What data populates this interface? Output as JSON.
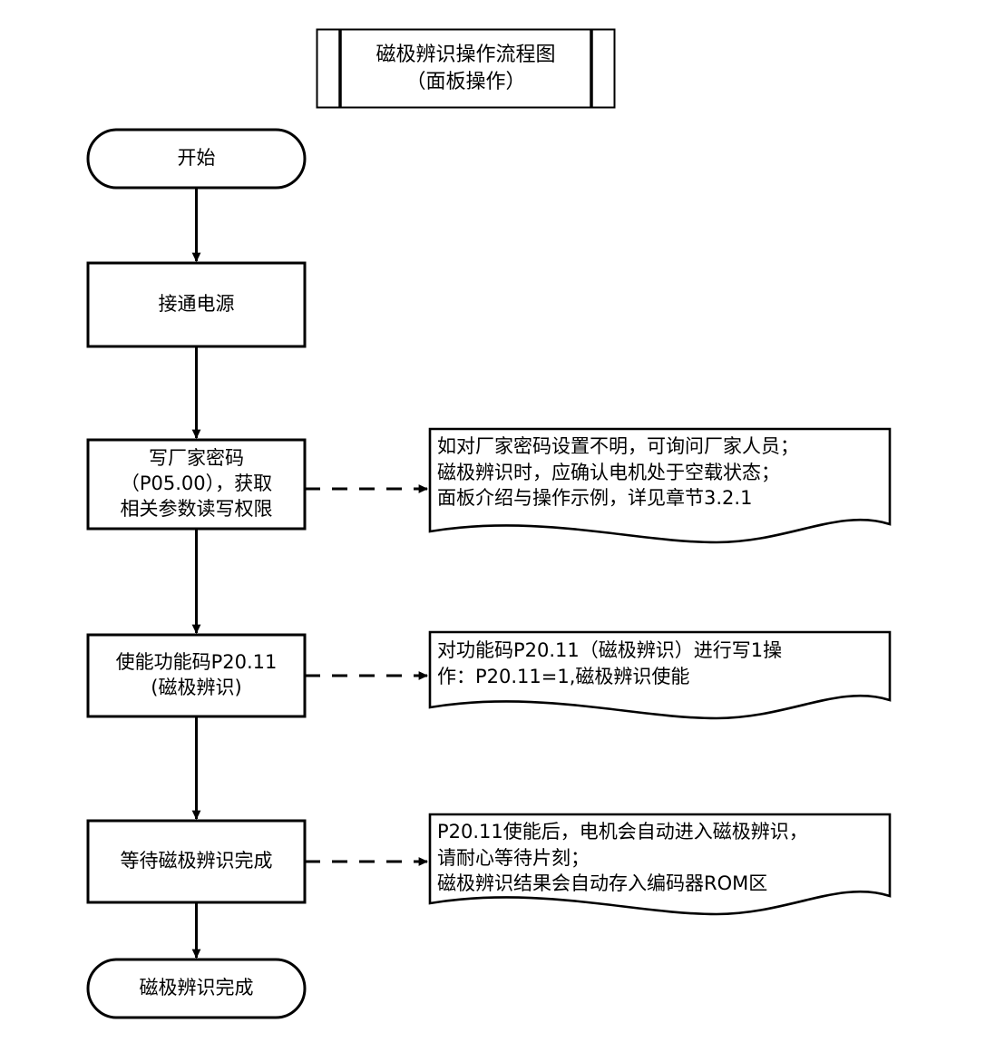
{
  "diagram": {
    "title_box": {
      "lines": [
        "磁极辨识操作流程图",
        "（面板操作）"
      ]
    },
    "nodes": [
      {
        "id": "start",
        "shape": "stadium",
        "lines": [
          "开始"
        ]
      },
      {
        "id": "power-on",
        "shape": "rect",
        "lines": [
          "接通电源"
        ]
      },
      {
        "id": "write-factory-password",
        "shape": "rect",
        "lines": [
          "写厂家密码",
          "（P05.00），获取",
          "相关参数读写权限"
        ]
      },
      {
        "id": "enable-p2011",
        "shape": "rect",
        "lines": [
          "使能功能码P20.11",
          "(磁极辨识)"
        ]
      },
      {
        "id": "wait-complete",
        "shape": "rect",
        "lines": [
          "等待磁极辨识完成"
        ]
      },
      {
        "id": "end",
        "shape": "stadium",
        "lines": [
          "磁极辨识完成"
        ]
      }
    ],
    "notes": [
      {
        "id": "note-password",
        "shape": "document",
        "lines": [
          "如对厂家密码设置不明，可询问厂家人员；",
          "磁极辨识时，应确认电机处于空载状态；",
          "面板介绍与操作示例，详见章节3.2.1"
        ]
      },
      {
        "id": "note-enable",
        "shape": "document",
        "lines": [
          "对功能码P20.11（磁极辨识）进行写1操",
          "作：P20.11=1,磁极辨识使能"
        ]
      },
      {
        "id": "note-wait",
        "shape": "document",
        "lines": [
          "P20.11使能后，电机会自动进入磁极辨识，",
          "请耐心等待片刻；",
          "磁极辨识结果会自动存入编码器ROM区"
        ]
      }
    ],
    "connectors": [
      {
        "id": "start-to-power-on",
        "style": "solid",
        "direction": "down"
      },
      {
        "id": "power-on-to-write-password",
        "style": "solid",
        "direction": "down"
      },
      {
        "id": "write-password-to-enable",
        "style": "solid",
        "direction": "down"
      },
      {
        "id": "enable-to-wait",
        "style": "solid",
        "direction": "down"
      },
      {
        "id": "wait-to-end",
        "style": "solid",
        "direction": "down"
      },
      {
        "id": "write-password-to-note",
        "style": "dashed",
        "direction": "right"
      },
      {
        "id": "enable-to-note",
        "style": "dashed",
        "direction": "right"
      },
      {
        "id": "wait-to-note",
        "style": "dashed",
        "direction": "right"
      }
    ],
    "colors": {
      "stroke": "#000000",
      "fill": "#ffffff",
      "text": "#000000"
    }
  }
}
